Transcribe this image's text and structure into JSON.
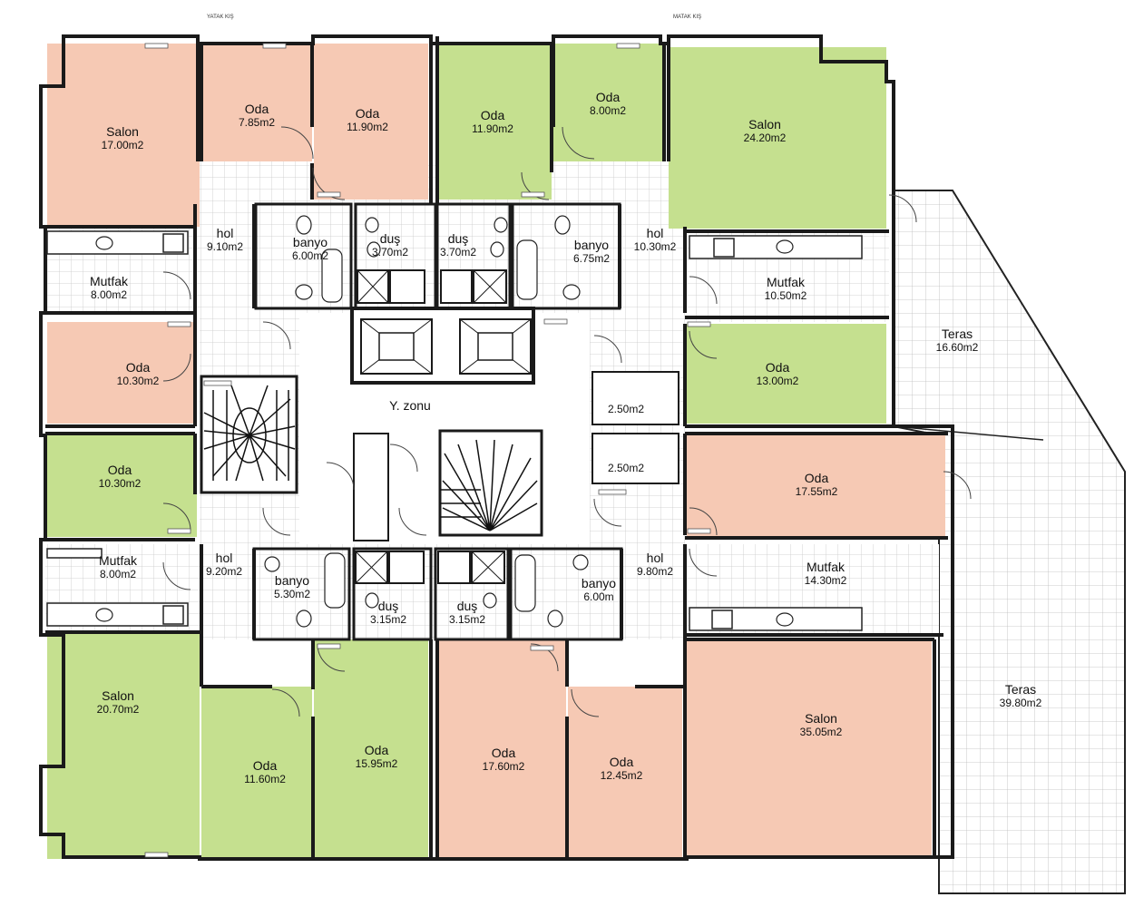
{
  "colors": {
    "green": "#c5e08f",
    "pink": "#f6c9b4",
    "wall": "#1a1a1a",
    "tile": "#c7c7c7",
    "terrace_grid": "#b8b8b8"
  },
  "top_labels": [
    "YATAK KIŞ",
    "MATAK KIŞ"
  ],
  "rooms": [
    {
      "id": "salon-nw",
      "name": "Salon",
      "area": "17.00m2",
      "color": "pink"
    },
    {
      "id": "oda-n1",
      "name": "Oda",
      "area": "7.85m2",
      "color": "pink"
    },
    {
      "id": "oda-n2",
      "name": "Oda",
      "area": "11.90m2",
      "color": "pink"
    },
    {
      "id": "oda-n3",
      "name": "Oda",
      "area": "11.90m2",
      "color": "green"
    },
    {
      "id": "oda-n4",
      "name": "Oda",
      "area": "8.00m2",
      "color": "green"
    },
    {
      "id": "salon-ne",
      "name": "Salon",
      "area": "24.20m2",
      "color": "green"
    },
    {
      "id": "mutfak-nw",
      "name": "Mutfak",
      "area": "8.00m2",
      "color": "none"
    },
    {
      "id": "hol-nw",
      "name": "hol",
      "area": "9.10m2",
      "color": "none"
    },
    {
      "id": "banyo-nw",
      "name": "banyo",
      "area": "6.00m2",
      "color": "none"
    },
    {
      "id": "dus-n1",
      "name": "duş",
      "area": "3.70m2",
      "color": "none"
    },
    {
      "id": "dus-n2",
      "name": "duş",
      "area": "3.70m2",
      "color": "none"
    },
    {
      "id": "banyo-ne",
      "name": "banyo",
      "area": "6.75m2",
      "color": "none"
    },
    {
      "id": "hol-ne",
      "name": "hol",
      "area": "10.30m2",
      "color": "none"
    },
    {
      "id": "mutfak-ne",
      "name": "Mutfak",
      "area": "10.50m2",
      "color": "none"
    },
    {
      "id": "oda-wp",
      "name": "Oda",
      "area": "10.30m2",
      "color": "pink"
    },
    {
      "id": "oda-e1",
      "name": "Oda",
      "area": "13.00m2",
      "color": "green"
    },
    {
      "id": "teras-1",
      "name": "Teras",
      "area": "16.60m2",
      "color": "none"
    },
    {
      "id": "yzonu",
      "name": "Y. zonu",
      "area": "",
      "color": "none"
    },
    {
      "id": "wc-1",
      "name": "",
      "area": "2.50m2",
      "color": "none"
    },
    {
      "id": "wc-2",
      "name": "",
      "area": "2.50m2",
      "color": "none"
    },
    {
      "id": "oda-wg",
      "name": "Oda",
      "area": "10.30m2",
      "color": "green"
    },
    {
      "id": "oda-e2",
      "name": "Oda",
      "area": "17.55m2",
      "color": "pink"
    },
    {
      "id": "mutfak-sw",
      "name": "Mutfak",
      "area": "8.00m2",
      "color": "none"
    },
    {
      "id": "hol-sw",
      "name": "hol",
      "area": "9.20m2",
      "color": "none"
    },
    {
      "id": "banyo-sw",
      "name": "banyo",
      "area": "5.30m2",
      "color": "none"
    },
    {
      "id": "dus-s1",
      "name": "duş",
      "area": "3.15m2",
      "color": "none"
    },
    {
      "id": "dus-s2",
      "name": "duş",
      "area": "3.15m2",
      "color": "none"
    },
    {
      "id": "banyo-se",
      "name": "banyo",
      "area": "6.00m",
      "color": "none"
    },
    {
      "id": "hol-se",
      "name": "hol",
      "area": "9.80m2",
      "color": "none"
    },
    {
      "id": "mutfak-se",
      "name": "Mutfak",
      "area": "14.30m2",
      "color": "none"
    },
    {
      "id": "salon-sw",
      "name": "Salon",
      "area": "20.70m2",
      "color": "green"
    },
    {
      "id": "oda-s1",
      "name": "Oda",
      "area": "11.60m2",
      "color": "green"
    },
    {
      "id": "oda-s2",
      "name": "Oda",
      "area": "15.95m2",
      "color": "green"
    },
    {
      "id": "oda-s3",
      "name": "Oda",
      "area": "17.60m2",
      "color": "pink"
    },
    {
      "id": "oda-s4",
      "name": "Oda",
      "area": "12.45m2",
      "color": "pink"
    },
    {
      "id": "salon-se",
      "name": "Salon",
      "area": "35.05m2",
      "color": "pink"
    },
    {
      "id": "teras-2",
      "name": "Teras",
      "area": "39.80m2",
      "color": "none"
    }
  ]
}
